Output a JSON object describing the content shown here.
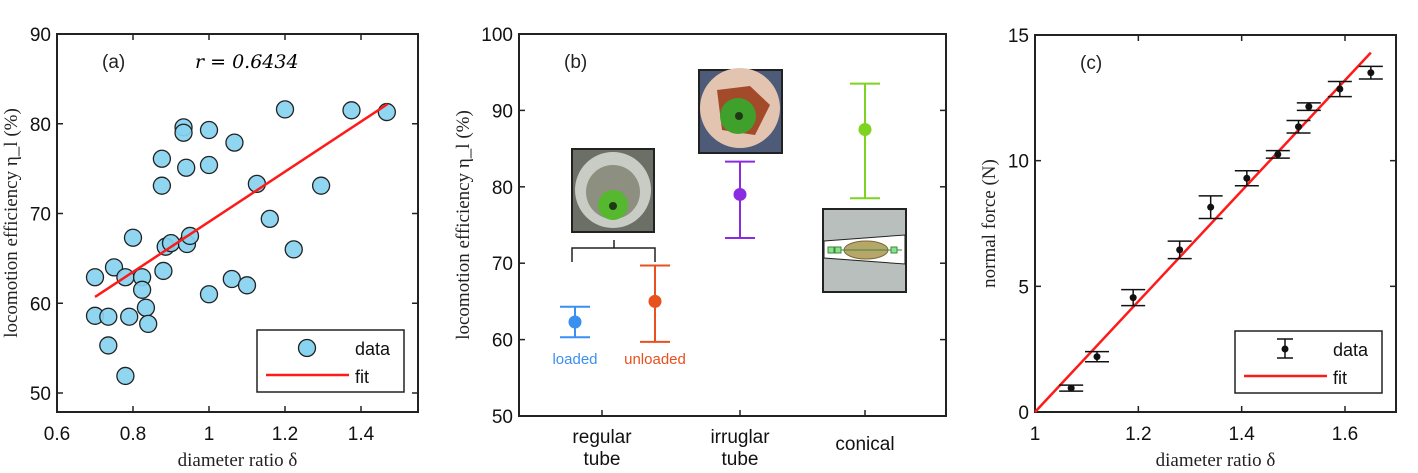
{
  "chart_data": [
    {
      "type": "scatter",
      "panel_label": "(a)",
      "annotation": "r = 0.6434",
      "xlabel": "diameter ratio δ",
      "ylabel": "locomotion efficiency η_l (%)",
      "xlim": [
        0.6,
        1.55
      ],
      "ylim": [
        48,
        90
      ],
      "xticks": [
        0.6,
        0.8,
        1,
        1.2,
        1.4
      ],
      "xtick_labels": [
        "0.6",
        "0.8",
        "1",
        "1.2",
        "1.4"
      ],
      "yticks": [
        50,
        60,
        70,
        80,
        90
      ],
      "ytick_labels": [
        "50",
        "60",
        "70",
        "80",
        "90"
      ],
      "legend": {
        "position": "bottom-right",
        "entries": [
          "data",
          "fit"
        ]
      },
      "points": [
        [
          0.7,
          62.9
        ],
        [
          0.7,
          58.6
        ],
        [
          0.735,
          58.5
        ],
        [
          0.735,
          55.3
        ],
        [
          0.75,
          64.0
        ],
        [
          0.78,
          62.9
        ],
        [
          0.78,
          51.9
        ],
        [
          0.79,
          58.5
        ],
        [
          0.8,
          67.3
        ],
        [
          0.824,
          62.9
        ],
        [
          0.824,
          61.5
        ],
        [
          0.834,
          59.5
        ],
        [
          0.84,
          57.7
        ],
        [
          0.876,
          76.1
        ],
        [
          0.876,
          73.1
        ],
        [
          0.88,
          63.6
        ],
        [
          0.886,
          66.3
        ],
        [
          0.9,
          66.7
        ],
        [
          0.933,
          79.6
        ],
        [
          0.933,
          79.0
        ],
        [
          0.94,
          75.1
        ],
        [
          0.942,
          66.6
        ],
        [
          0.95,
          67.5
        ],
        [
          1.0,
          79.3
        ],
        [
          1.0,
          75.4
        ],
        [
          1.0,
          61.0
        ],
        [
          1.06,
          62.7
        ],
        [
          1.067,
          77.9
        ],
        [
          1.1,
          62.0
        ],
        [
          1.126,
          73.3
        ],
        [
          1.16,
          69.4
        ],
        [
          1.2,
          81.6
        ],
        [
          1.223,
          66.0
        ],
        [
          1.295,
          73.1
        ],
        [
          1.375,
          81.5
        ],
        [
          1.468,
          81.3
        ]
      ],
      "fit": [
        [
          0.7,
          60.7
        ],
        [
          1.47,
          82.2
        ]
      ],
      "colors": {
        "marker": "#87d3f0",
        "fit": "#ff1a1a"
      }
    },
    {
      "type": "errorbar",
      "panel_label": "(b)",
      "ylabel": "locomotion efficiency η_l (%)",
      "ylim": [
        50,
        100
      ],
      "yticks": [
        50,
        60,
        70,
        80,
        90,
        100
      ],
      "ytick_labels": [
        "50",
        "60",
        "70",
        "80",
        "90",
        "100"
      ],
      "categories": [
        [
          "regular",
          "tube"
        ],
        [
          "irruglar",
          "tube"
        ],
        [
          "conical"
        ]
      ],
      "series": [
        {
          "name": "loaded",
          "category": 0,
          "value": 62.3,
          "low": 60.3,
          "high": 64.3,
          "color": "#3a8ff0"
        },
        {
          "name": "unloaded",
          "category": 0,
          "value": 65.0,
          "low": 59.7,
          "high": 69.7,
          "color": "#e8501e"
        },
        {
          "name": "irruglar tube",
          "category": 1,
          "value": 79.0,
          "low": 73.3,
          "high": 83.3,
          "color": "#8a2be2"
        },
        {
          "name": "conical",
          "category": 2,
          "value": 87.5,
          "low": 78.5,
          "high": 93.5,
          "color": "#7ed321"
        }
      ]
    },
    {
      "type": "scatter",
      "panel_label": "(c)",
      "xlabel": "diameter ratio δ",
      "ylabel": "normal force (N)",
      "xlim": [
        1,
        1.7
      ],
      "ylim": [
        0,
        15
      ],
      "xticks": [
        1,
        1.2,
        1.4,
        1.6
      ],
      "xtick_labels": [
        "1",
        "1.2",
        "1.4",
        "1.6"
      ],
      "yticks": [
        0,
        5,
        10,
        15
      ],
      "ytick_labels": [
        "0",
        "5",
        "10",
        "15"
      ],
      "legend": {
        "position": "bottom-right",
        "entries": [
          "data",
          "fit"
        ]
      },
      "points": [
        [
          1.07,
          0.95,
          0.12
        ],
        [
          1.12,
          2.2,
          0.2
        ],
        [
          1.19,
          4.55,
          0.32
        ],
        [
          1.28,
          6.45,
          0.35
        ],
        [
          1.34,
          8.15,
          0.45
        ],
        [
          1.41,
          9.3,
          0.3
        ],
        [
          1.47,
          10.25,
          0.15
        ],
        [
          1.51,
          11.35,
          0.25
        ],
        [
          1.53,
          12.15,
          0.15
        ],
        [
          1.59,
          12.85,
          0.3
        ],
        [
          1.65,
          13.5,
          0.25
        ]
      ],
      "fit": [
        [
          1.0,
          0.0
        ],
        [
          1.65,
          14.3
        ]
      ],
      "colors": {
        "marker": "#111111",
        "fit": "#ff1a1a"
      }
    }
  ]
}
